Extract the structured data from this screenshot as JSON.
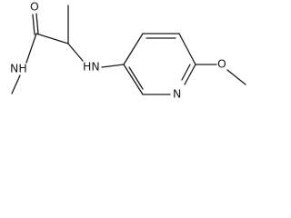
{
  "molecule": {
    "atoms": {
      "carbonyl_oxygen": "O",
      "amide_nh": "NH",
      "amine_nh": "HN",
      "pyridine_n": "N",
      "ether_oxygen": "O"
    }
  },
  "colors": {
    "bond": "#1a1a1a",
    "label": "#1a1a1a",
    "background": "#ffffff"
  }
}
